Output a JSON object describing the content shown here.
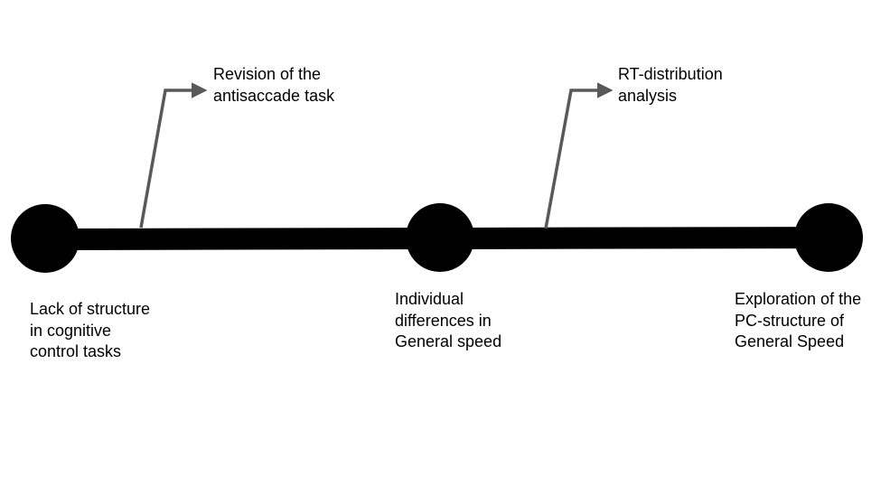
{
  "colors": {
    "timeline": "#000000",
    "arrow": "#595959",
    "background": "#ffffff",
    "text": "#000000"
  },
  "milestones": [
    {
      "lines": [
        "Lack of structure",
        "in cognitive",
        "control tasks"
      ]
    },
    {
      "lines": [
        "Individual",
        "differences in",
        "General speed"
      ]
    },
    {
      "lines": [
        "Exploration of the",
        "PC-structure of",
        "General Speed"
      ]
    }
  ],
  "callouts": [
    {
      "lines": [
        "Revision of the",
        "antisaccade task"
      ]
    },
    {
      "lines": [
        "RT-distribution",
        "analysis"
      ]
    }
  ]
}
